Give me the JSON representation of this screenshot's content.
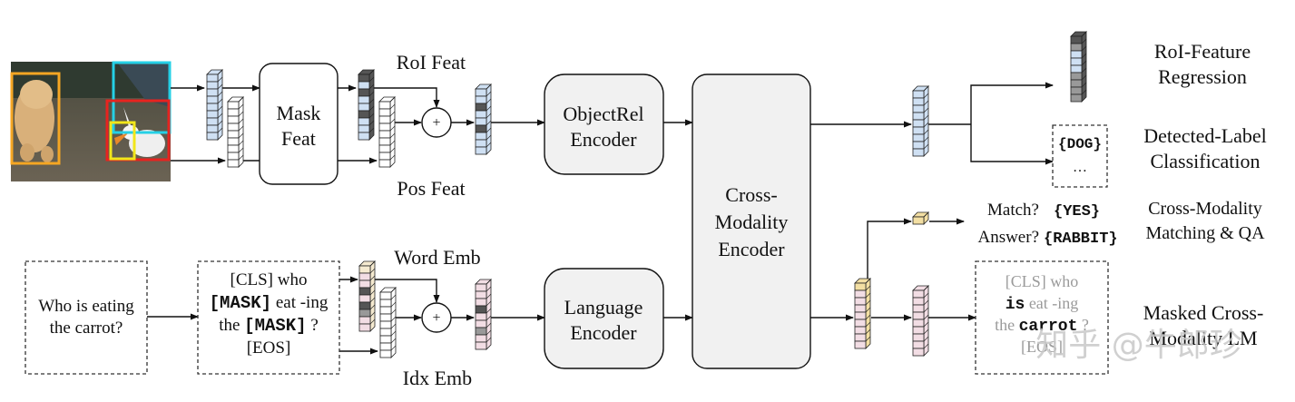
{
  "inputs": {
    "question": [
      "Who is eating",
      "the carrot?"
    ],
    "tokens": {
      "line1": "[CLS] who",
      "line2_mask": "[MASK]",
      "line2_rest": " eat -ing",
      "line3_pre": "the ",
      "line3_mask": "[MASK]",
      "line3_post": " ?",
      "line4": "[EOS]"
    }
  },
  "labels": {
    "roi_feat": "RoI Feat",
    "pos_feat": "Pos Feat",
    "word_emb": "Word Emb",
    "idx_emb": "Idx Emb",
    "mask_feat": [
      "Mask",
      "Feat"
    ],
    "plus": "+"
  },
  "encoders": {
    "object": [
      "ObjectRel",
      "Encoder"
    ],
    "language": [
      "Language",
      "Encoder"
    ],
    "cross": [
      "Cross-",
      "Modality",
      "Encoder"
    ]
  },
  "outputs": {
    "detected": {
      "label": "{DOG}",
      "more": "…"
    },
    "match_q": "Match?",
    "match_a": "{YES}",
    "answer_q": "Answer?",
    "answer_a": "{RABBIT}",
    "masked": {
      "line1": "[CLS] who",
      "line2_bold": "is",
      "line2_rest": " eat -ing",
      "line3_pre": "the ",
      "line3_bold": "carrot",
      "line3_post": " ?",
      "line4": "[EOS]"
    }
  },
  "tasks": {
    "roi_regression": [
      "RoI-Feature",
      "Regression"
    ],
    "detected_label": [
      "Detected-Label",
      "Classification"
    ],
    "cross_matching": [
      "Cross-Modality",
      "Matching & QA"
    ],
    "masked_lm": [
      "Masked Cross-",
      "Modality LM"
    ]
  },
  "watermark": "知乎 @牛郎珍",
  "colors": {
    "visual_feat": "#cfe0f3",
    "language_feat": "#f2dde4",
    "word_emb": "#f5ead0",
    "cls_output": "#f3dfa3",
    "dark_cell": "#555555",
    "mid_cell": "#999999",
    "box_fill": "#f1f1f1"
  }
}
